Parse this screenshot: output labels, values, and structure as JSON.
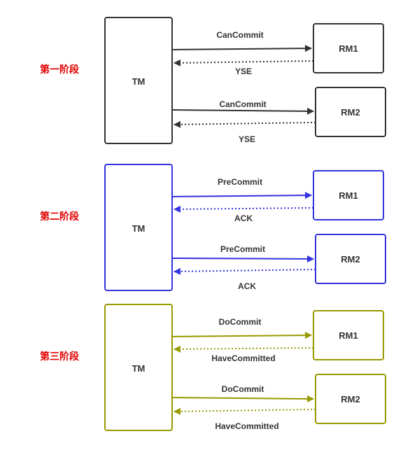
{
  "colors": {
    "phase1": "#333333",
    "phase2": "#3333e0",
    "phase3": "#999900",
    "stage_label": "#e00000",
    "text": "#333333"
  },
  "phases": [
    {
      "stage_label": "第一阶段",
      "tm_label": "TM",
      "rm1_label": "RM1",
      "rm2_label": "RM2",
      "request_to_rm1": "CanCommit",
      "reply_from_rm1": "YSE",
      "request_to_rm2": "CanCommit",
      "reply_from_rm2": "YSE"
    },
    {
      "stage_label": "第二阶段",
      "tm_label": "TM",
      "rm1_label": "RM1",
      "rm2_label": "RM2",
      "request_to_rm1": "PreCommit",
      "reply_from_rm1": "ACK",
      "request_to_rm2": "PreCommit",
      "reply_from_rm2": "ACK"
    },
    {
      "stage_label": "第三阶段",
      "tm_label": "TM",
      "rm1_label": "RM1",
      "rm2_label": "RM2",
      "request_to_rm1": "DoCommit",
      "reply_from_rm1": "HaveCommitted",
      "request_to_rm2": "DoCommit",
      "reply_from_rm2": "HaveCommitted"
    }
  ]
}
